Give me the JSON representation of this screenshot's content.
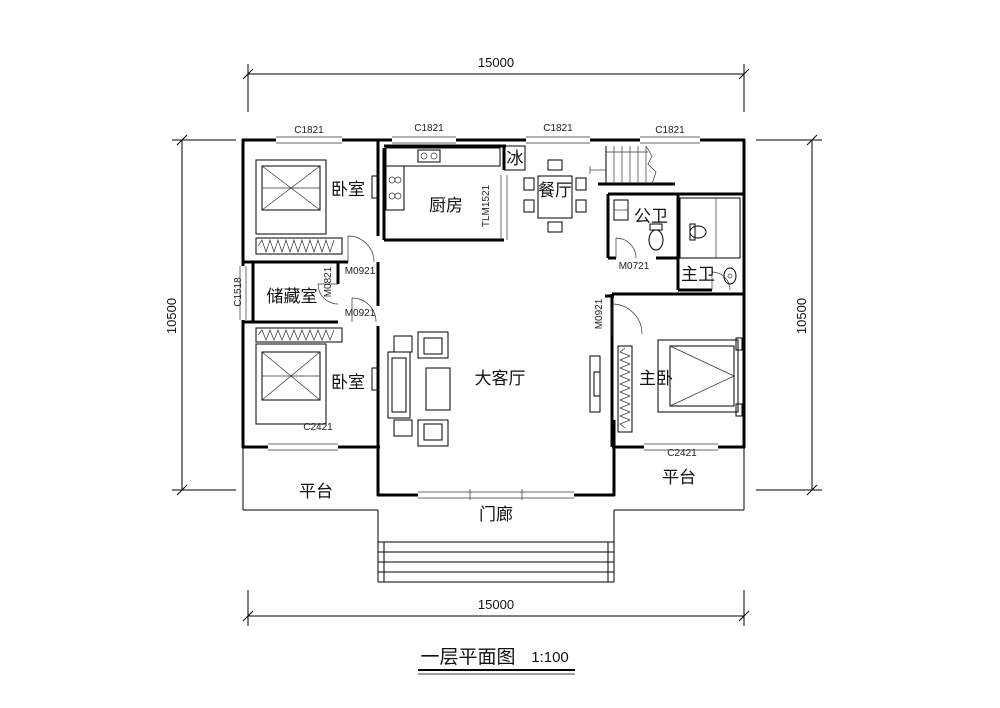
{
  "drawing": {
    "title": "一层平面图",
    "scale": "1:100"
  },
  "dimensions": {
    "top_width": "15000",
    "bottom_width": "15000",
    "left_height": "10500",
    "right_height": "10500"
  },
  "rooms": {
    "bedroom_top": "卧室",
    "kitchen": "厨房",
    "fridge": "冰",
    "dining": "餐厅",
    "public_bath": "公卫",
    "master_bath": "主卫",
    "storage": "储藏室",
    "living": "大客厅",
    "master_bedroom": "主卧",
    "bedroom_bottom": "卧室",
    "terrace_left": "平台",
    "terrace_right": "平台",
    "porch": "门廊"
  },
  "openings": {
    "window_top_1": "C1821",
    "window_top_2": "C1821",
    "window_top_3": "C1821",
    "window_top_4": "C1821",
    "sliding_door_kitchen": "TLM1521",
    "door_bedroom_top": "M0921",
    "door_storage": "M0821",
    "door_bedroom_bottom": "M0921",
    "door_public_bath": "M0721",
    "door_master_bed": "M0921",
    "window_storage": "C1518",
    "window_bedroom_bottom": "C2421",
    "window_master_bed": "C2421"
  }
}
